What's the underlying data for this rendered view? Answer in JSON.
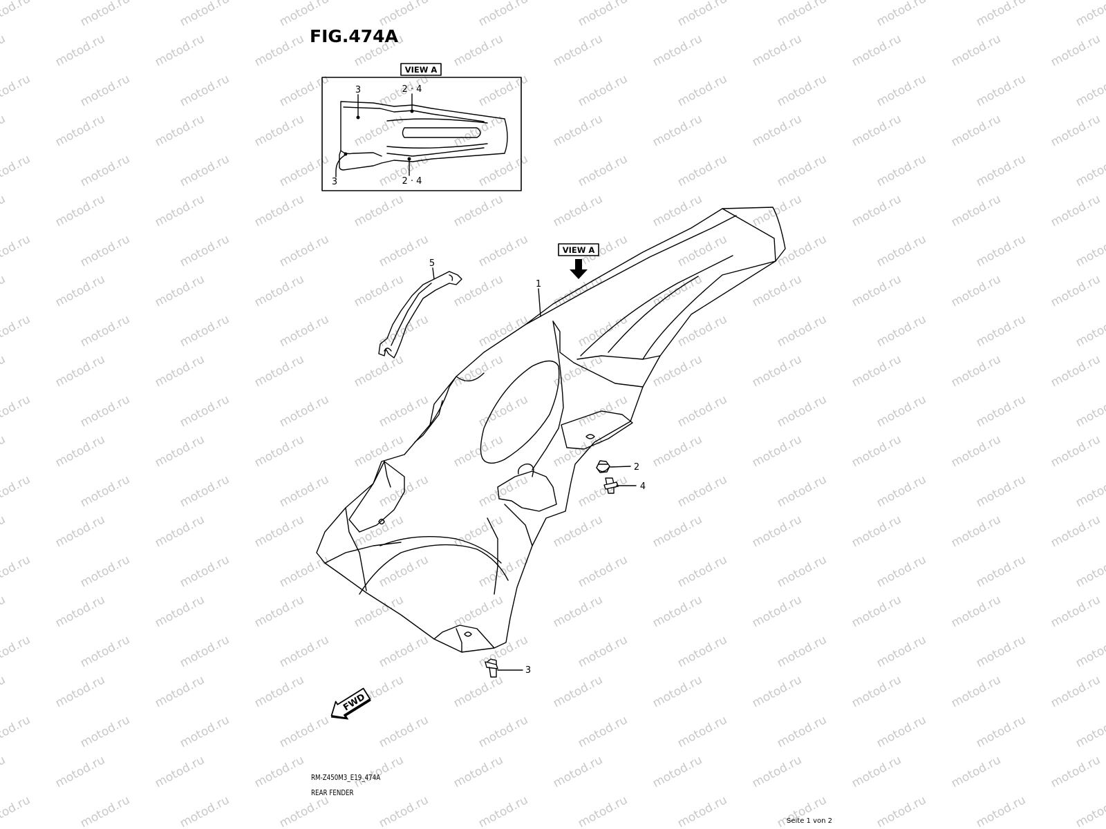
{
  "figure": {
    "title": "FIG.474A",
    "footer_code": "RM-Z450M3_E19_474A",
    "footer_name": "REAR FENDER",
    "page_indicator": "Seite 1 von 2"
  },
  "view_box": {
    "label": "VIEW A",
    "callouts": [
      {
        "text": "3"
      },
      {
        "text": "2 · 4"
      },
      {
        "text": "3"
      },
      {
        "text": "2 · 4"
      }
    ]
  },
  "main_view": {
    "view_label": "VIEW A",
    "direction_label": "FWD",
    "callouts": [
      {
        "text": "1"
      },
      {
        "text": "2"
      },
      {
        "text": "3"
      },
      {
        "text": "4"
      },
      {
        "text": "5"
      }
    ]
  },
  "watermark": {
    "text": "motod.ru",
    "color": "#c8c8c8"
  }
}
